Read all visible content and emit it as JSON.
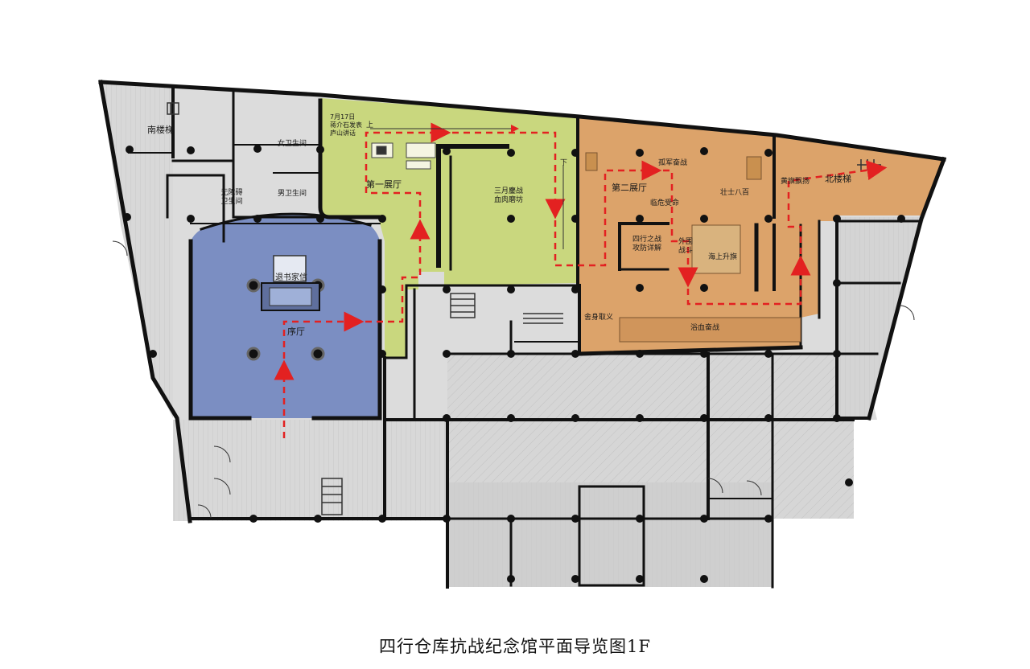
{
  "caption": "四行仓库抗战纪念馆平面导览图1F",
  "colors": {
    "background": "#ffffff",
    "corridor_gray": "#dcdcdc",
    "service_gray": "#d2d2d2",
    "lobby_blue": "#7b8ec2",
    "hall1_green": "#c9d77e",
    "hall2_orange": "#dca36a",
    "wall": "#111111",
    "route_red": "#e32121"
  },
  "rooms": {
    "south_stair": "南楼梯",
    "female_wc": "女卫生间",
    "male_wc": "男卫生间",
    "accessible_wc": "无障碍\n卫生间",
    "lobby": "序厅",
    "last_letter": "退书家信",
    "hall1": "第一展厅",
    "jul7_note": "7月17日\n蒋介石发表\n庐山讲话",
    "songhu_battle": "三月鏖战\n血肉磨坊",
    "up_mark": "上",
    "down_mark": "下",
    "hall2": "第二展厅",
    "lone_army": "孤军奋战",
    "last_stand": "临危受命",
    "eight_hundred": "壮士八百",
    "sihang_defense": "四行之战\n攻防详解",
    "outside": "外围\n战斗",
    "flag": "海上升旗",
    "rescue": "舍身取义",
    "peace": "浴血奋战",
    "north_stair": "北楼梯",
    "yellow_flag": "黄旗飘扬"
  },
  "icons": [
    "route-arrow-icon",
    "column-icon",
    "stair-icon",
    "door-icon"
  ]
}
